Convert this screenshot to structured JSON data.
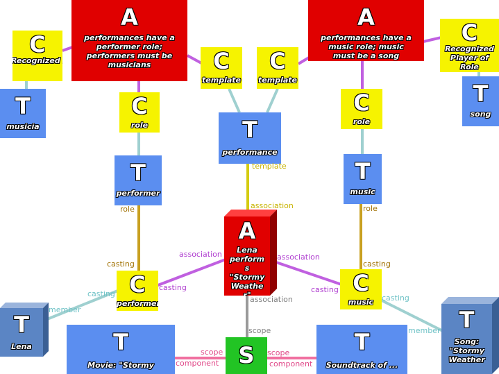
{
  "nodes": {
    "a_left": {
      "letter": "A",
      "text": "performances have a performer role; performers must be musicians"
    },
    "a_right": {
      "letter": "A",
      "text": "performances have a music role; music must be a song"
    },
    "c_rec_left": {
      "letter": "C",
      "text": "Recognized Player of Rol"
    },
    "c_rec_right": {
      "letter": "C",
      "text": "Recognized Player of Role"
    },
    "t_musician": {
      "letter": "T",
      "text": "musicia"
    },
    "t_song": {
      "letter": "T",
      "text": "song"
    },
    "c_role_left": {
      "letter": "C",
      "text": "role"
    },
    "c_role_right": {
      "letter": "C",
      "text": "role"
    },
    "c_template_left": {
      "letter": "C",
      "text": "template"
    },
    "c_template_right": {
      "letter": "C",
      "text": "template"
    },
    "t_performance": {
      "letter": "T",
      "text": "performance"
    },
    "t_performer": {
      "letter": "T",
      "text": "performer"
    },
    "t_music": {
      "letter": "T",
      "text": "music"
    },
    "a_center": {
      "letter": "A",
      "text": "Lena perform s \"Stormy Weathe r\""
    },
    "c_performer": {
      "letter": "C",
      "text": "performer"
    },
    "c_music": {
      "letter": "C",
      "text": "music"
    },
    "t_lena": {
      "letter": "T",
      "text": "Lena"
    },
    "t_movie": {
      "letter": "T",
      "text": "Movie: \"Stormy"
    },
    "s_center": {
      "letter": "S",
      "text": ""
    },
    "t_soundtrack": {
      "letter": "T",
      "text": "Soundtrack of ..."
    },
    "t_song_sw": {
      "letter": "T",
      "text": "Song: \"Stormy Weather"
    }
  },
  "labels": {
    "template": "template",
    "association_top": "association",
    "role_left": "role",
    "role_right": "role",
    "association_left": "association",
    "association_right": "association",
    "casting_left_upper": "casting",
    "casting_left_side": "casting",
    "casting_left_lower": "casting",
    "casting_right_upper": "casting",
    "casting_right_side": "casting",
    "casting_right_lower": "casting",
    "association_lower": "association",
    "member_left": "member",
    "member_right": "member",
    "scope_center": "scope",
    "scope_left": "scope",
    "scope_right": "scope",
    "component_left": "component",
    "component_right": "component"
  },
  "colors": {
    "association": "#e00000",
    "class": "#f6f300",
    "topic": "#5b8ef0",
    "scope": "#22c424",
    "link_purple": "#c060e0",
    "link_teal": "#9fd0d0",
    "link_gold": "#c8a020",
    "link_yellow": "#d4cc10",
    "link_pink": "#f070a0",
    "link_gray": "#9a9a9a"
  }
}
